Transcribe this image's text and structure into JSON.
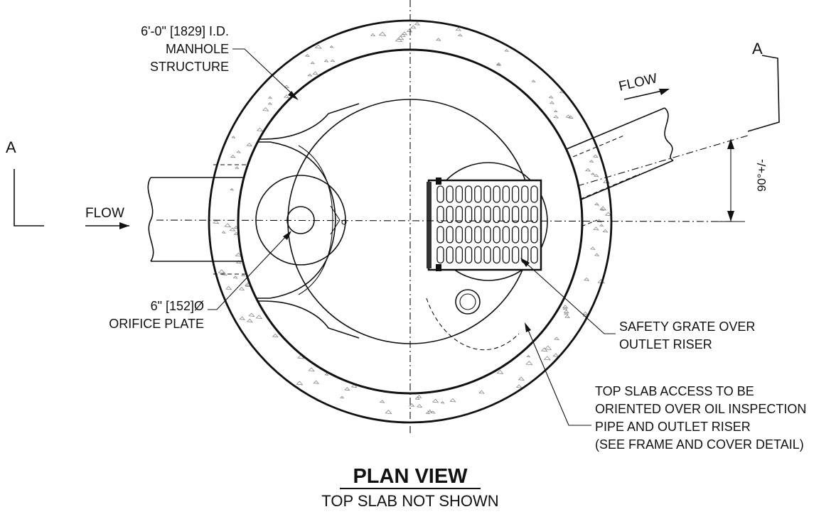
{
  "drawing": {
    "section_marker_left": "A",
    "section_marker_right": "A",
    "flow_left": "FLOW",
    "flow_right": "FLOW",
    "angle": "90°+/-",
    "manhole": [
      "6'-0\" [1829] I.D.",
      "MANHOLE",
      "STRUCTURE"
    ],
    "orifice": [
      "6\" [152]Ø",
      "ORIFICE PLATE"
    ],
    "grate": [
      "SAFETY GRATE OVER",
      "OUTLET RISER"
    ],
    "access": [
      "TOP SLAB ACCESS TO BE",
      "ORIENTED OVER OIL INSPECTION",
      "PIPE AND OUTLET RISER",
      "(SEE FRAME AND COVER DETAIL)"
    ],
    "title": "PLAN VIEW",
    "subtitle": "TOP SLAB NOT SHOWN"
  }
}
